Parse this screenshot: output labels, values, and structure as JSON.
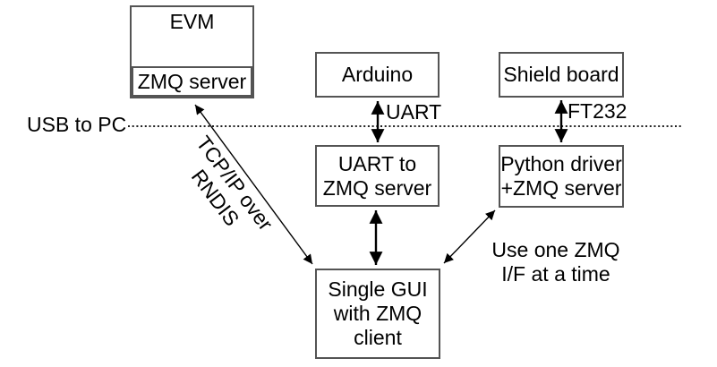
{
  "diagram": {
    "boxes": {
      "evm": "EVM",
      "evm_inner": "ZMQ server",
      "arduino": "Arduino",
      "shield": "Shield board",
      "uart_zmq": "UART to\nZMQ server",
      "python": "Python driver\n+ZMQ server",
      "gui": "Single GUI\nwith ZMQ\nclient"
    },
    "labels": {
      "usb_to_pc": "USB to PC",
      "uart": "UART",
      "ft232": "FT232",
      "tcpip": "TCP/IP over\nRNDIS",
      "note": "Use one ZMQ\nI/F at a time"
    },
    "colors": {
      "box_border": "#545454",
      "line": "#000000",
      "text": "#000000",
      "background": "#ffffff"
    }
  }
}
